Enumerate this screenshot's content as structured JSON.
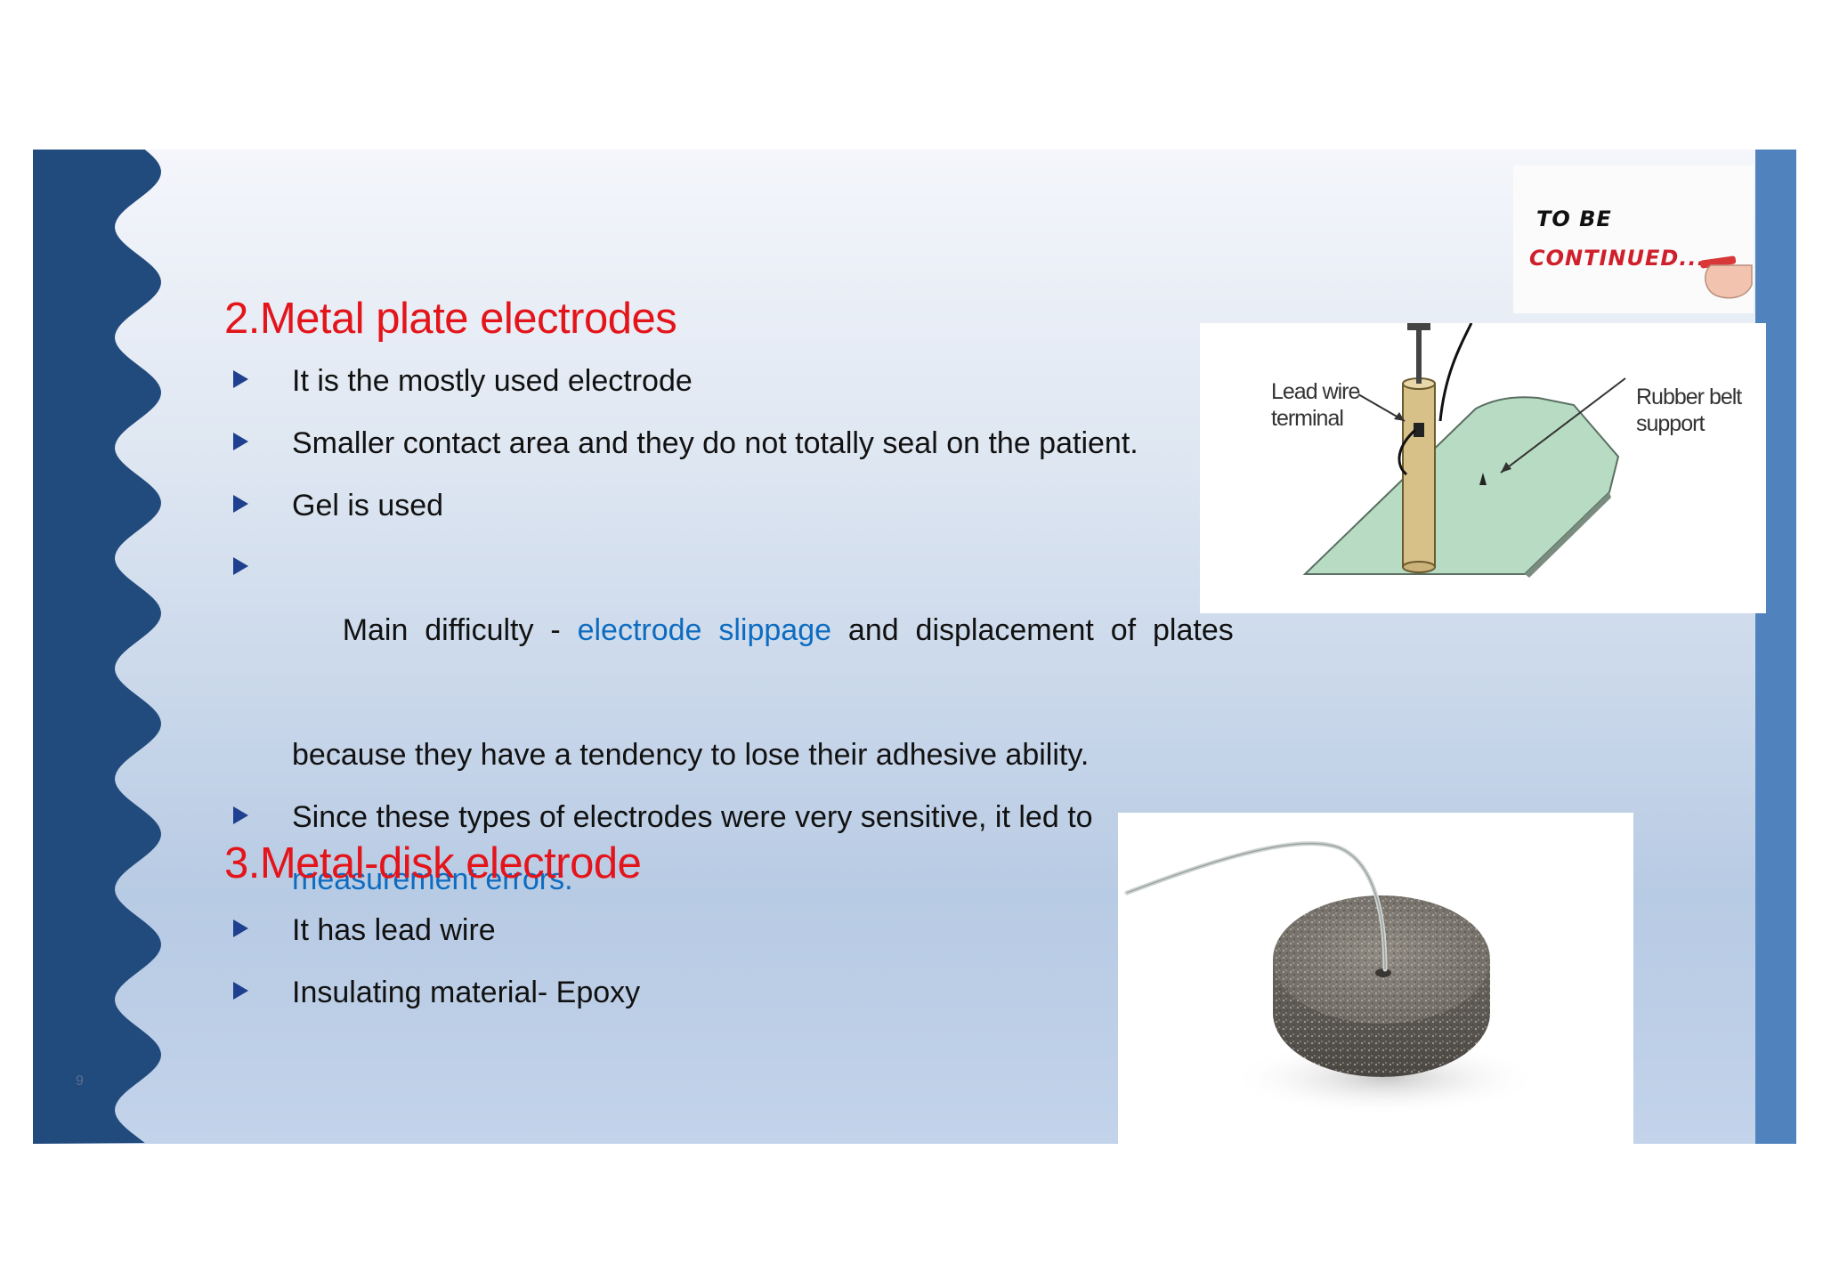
{
  "slide": {
    "page_number": "9",
    "section2": {
      "heading": "2.Metal plate electrodes",
      "bullets": [
        {
          "text": "It is the mostly used electrode"
        },
        {
          "text": "Smaller contact area and they do not totally seal on the patient."
        },
        {
          "text": "Gel is used"
        },
        {
          "pre": "Main  difficulty  -  ",
          "highlight": "electrode  slippage",
          "post": "  and  displacement  of  plates"
        },
        {
          "continuation": "because they have a tendency to lose their adhesive ability."
        },
        {
          "text": "Since these types of electrodes were very sensitive, it led to"
        },
        {
          "highlight": "measurement errors."
        }
      ]
    },
    "section3": {
      "heading": "3.Metal-disk electrode",
      "bullets": [
        {
          "text": "It has lead wire"
        },
        {
          "text": "Insulating material- Epoxy"
        }
      ]
    },
    "figure1": {
      "label_left_1": "Lead wire",
      "label_left_2": "terminal",
      "label_right_1": "Rubber belt",
      "label_right_2": "support"
    },
    "badge": {
      "line1": "TO  BE",
      "line2": "CONTINUED..."
    }
  },
  "colors": {
    "heading": "#e4141b",
    "highlight": "#0e6cc0",
    "left_band": "#214a7d",
    "right_bar": "#5082be",
    "bullet_marker": "#1f3f8f"
  },
  "icons": {
    "bullet": "triangle-right"
  }
}
